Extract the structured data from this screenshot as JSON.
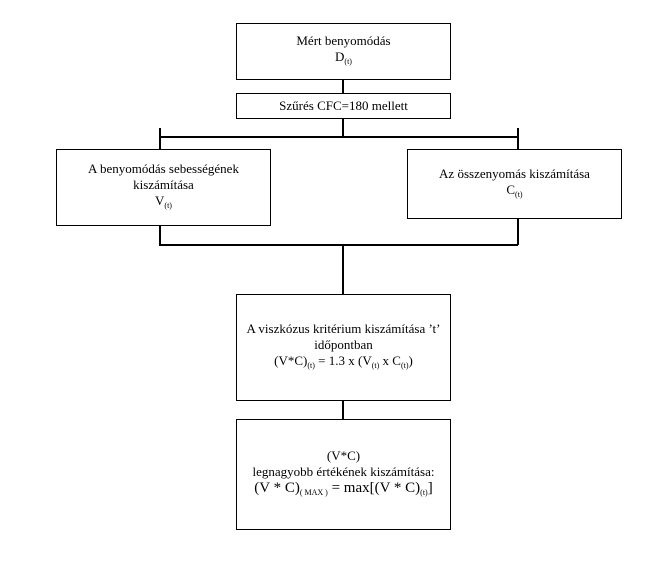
{
  "box1": {
    "line1": "Mért benyomódás",
    "var": "D",
    "var_sub": "(t)"
  },
  "box2": {
    "text": "Szűrés CFC=180 mellett"
  },
  "box3": {
    "line1": "A benyomódás sebességének",
    "line2": "kiszámítása",
    "var": "V",
    "var_sub": "(t)"
  },
  "box4": {
    "line1": "Az összenyomás kiszámítása",
    "var": "C",
    "var_sub": "(t)"
  },
  "box5": {
    "line1": "A viszkózus kritérium kiszámítása ’t’",
    "line2": "időpontban",
    "f_lhs": "(V*C)",
    "f_lhs_sub": "(t)",
    "f_mid": " = 1.3 x (V",
    "f_v_sub": "(t)",
    "f_x": " x C",
    "f_c_sub": "(t)",
    "f_end": ")"
  },
  "box6": {
    "line1": "(V*C)",
    "line2": "legnagyobb értékének kiszámítása:",
    "f_lhs": "(V * C)",
    "f_lhs_sub": "( MAX )",
    "f_mid": " = max[(V * C)",
    "f_rhs_sub": "(t)",
    "f_end": "]"
  }
}
